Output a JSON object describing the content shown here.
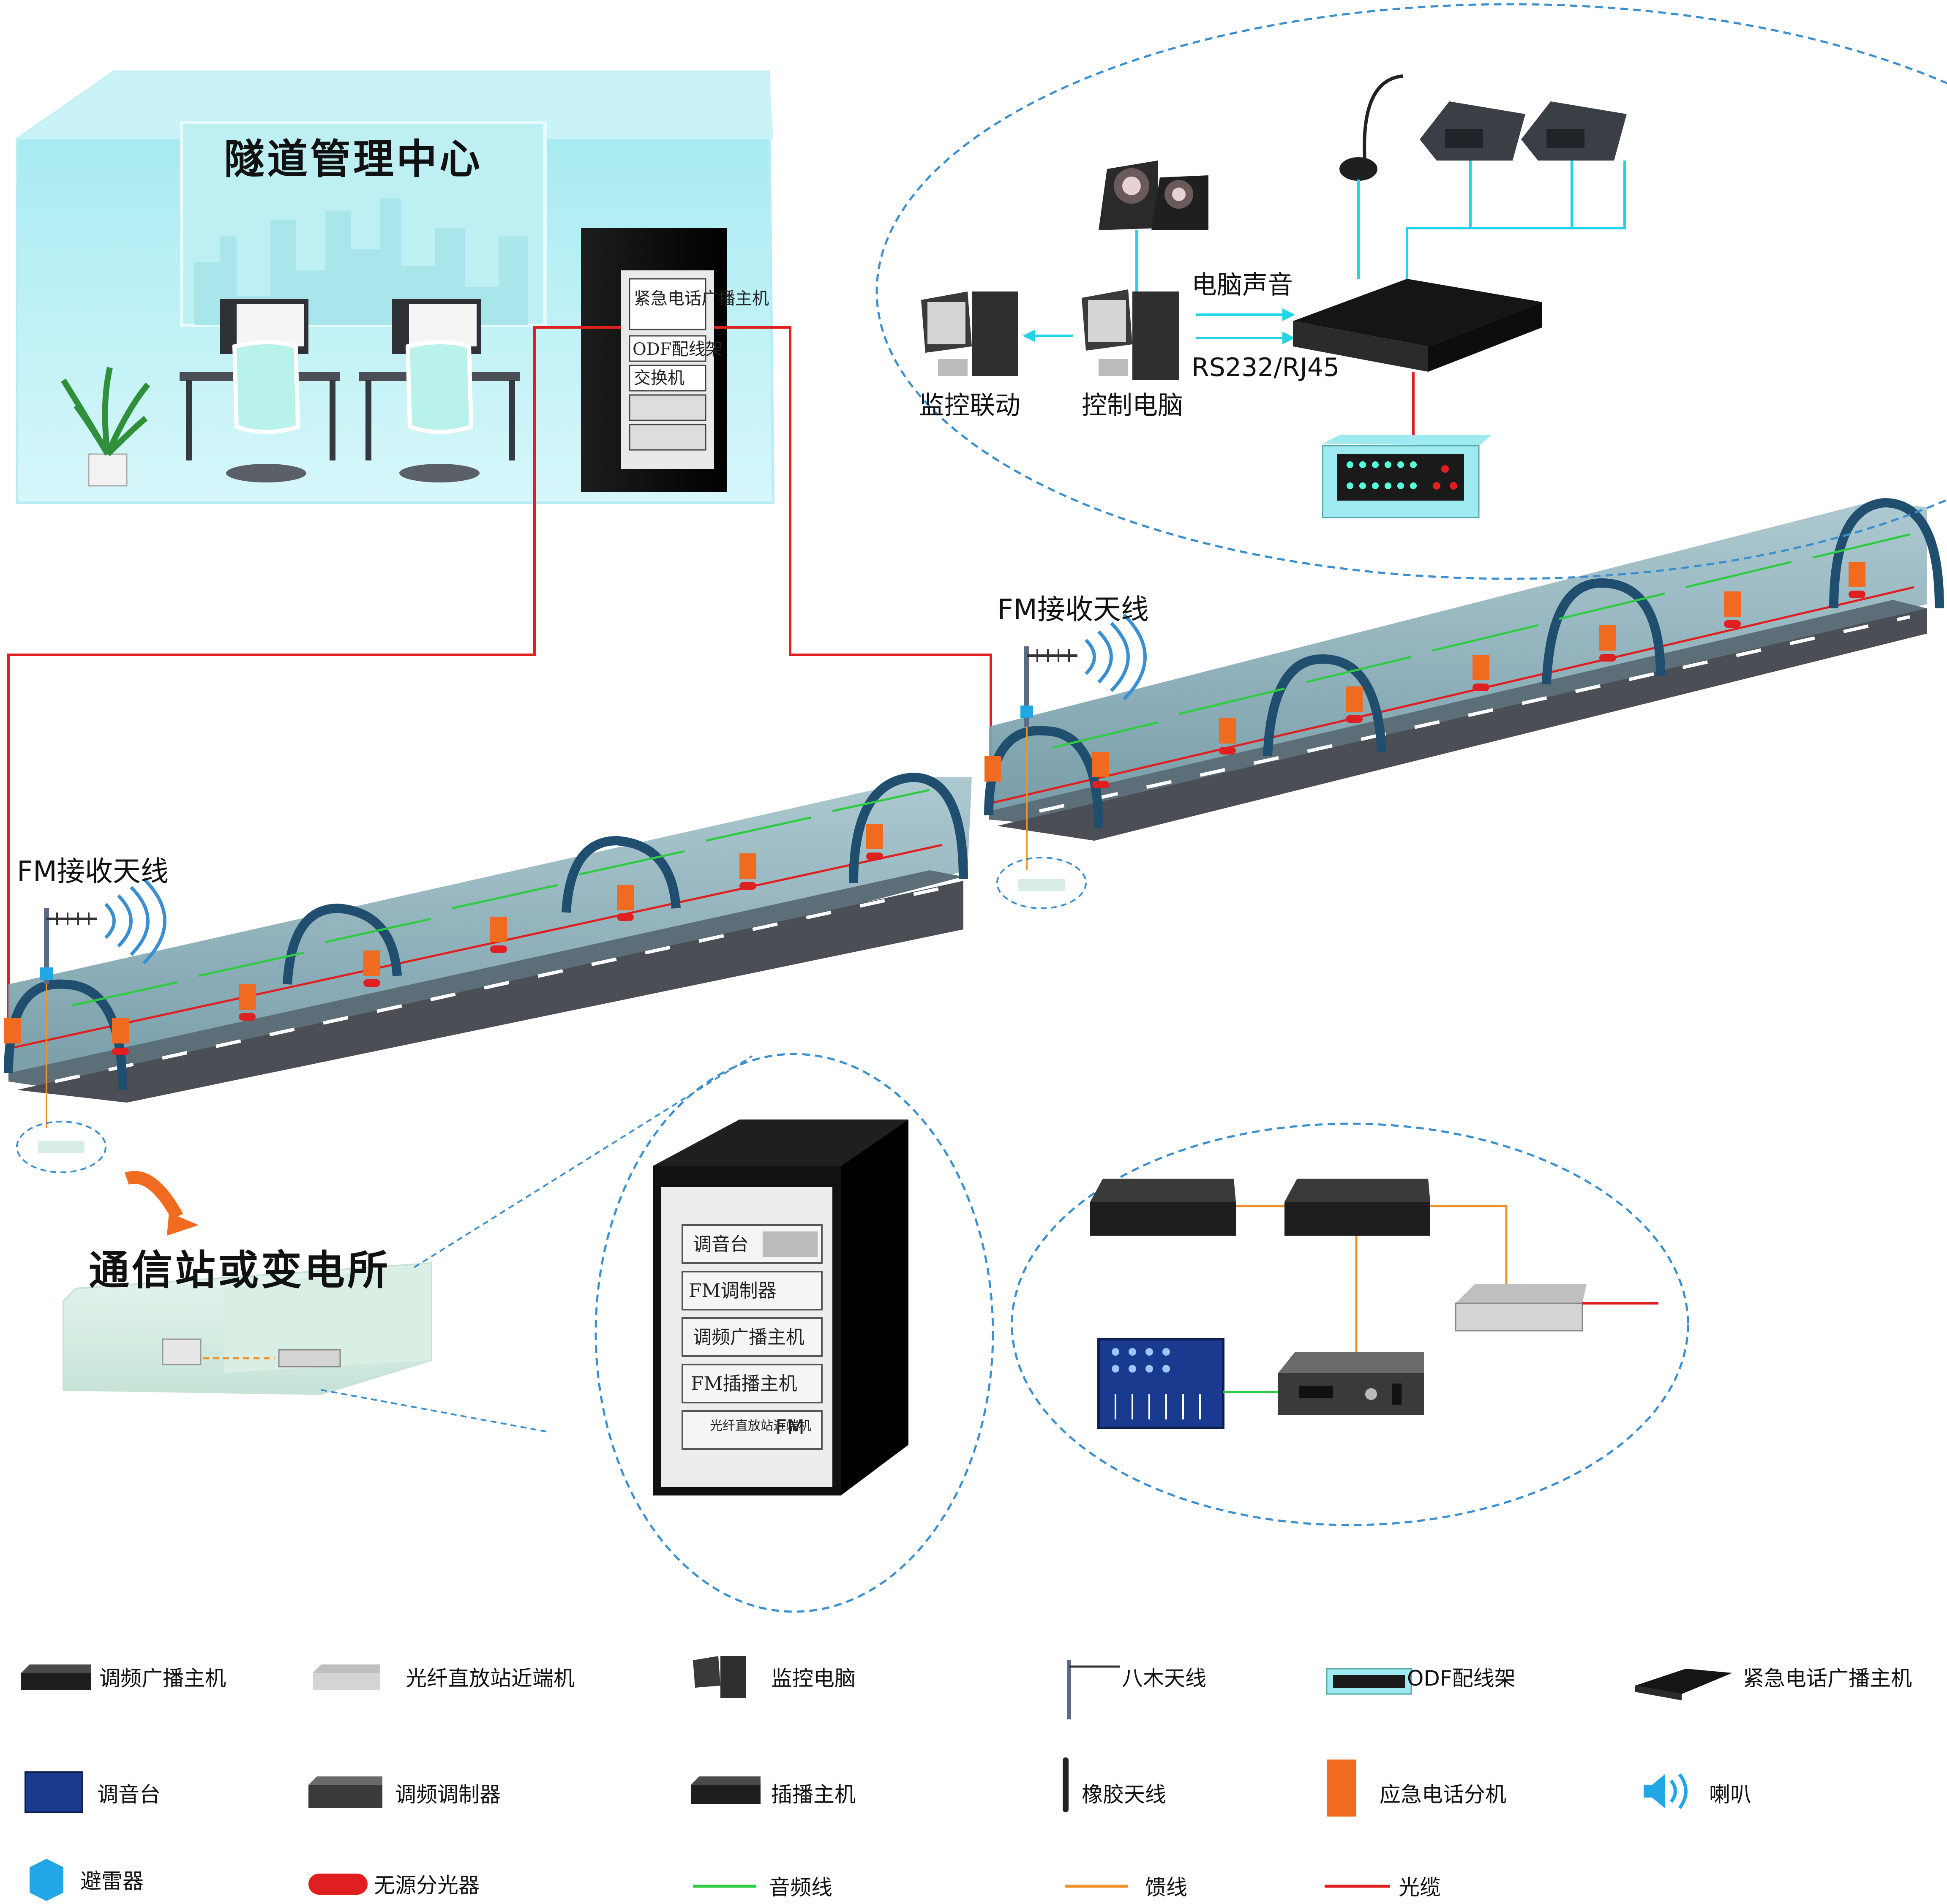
{
  "labels": {
    "center_title": "隧道管理中心",
    "substation_title": "通信站或变电所",
    "fm_antenna_left": "FM接收天线",
    "fm_antenna_right": "FM接收天线",
    "pc_audio": "电脑声音",
    "rs232": "RS232/RJ45",
    "monitor_link": "监控联动",
    "control_pc": "控制电脑"
  },
  "main_rack": [
    "紧急电话广播主机",
    "ODF配线架",
    "交换机"
  ],
  "station_rack": {
    "items": [
      "调音台",
      "FM调制器",
      "调频广播主机",
      "FM插播主机",
      "光纤直放站近端机"
    ],
    "fm_badge": "FM"
  },
  "legend": [
    {
      "icon": "fm-broadcast-host-icon",
      "label": "调频广播主机"
    },
    {
      "icon": "fiber-repeater-icon",
      "label": "光纤直放站近端机"
    },
    {
      "icon": "monitor-pc-icon",
      "label": "监控电脑"
    },
    {
      "icon": "yagi-antenna-icon",
      "label": "八木天线"
    },
    {
      "icon": "odf-icon",
      "label": "ODF配线架"
    },
    {
      "icon": "emergency-host-icon",
      "label": "紧急电话广播主机"
    },
    {
      "icon": "mixer-icon",
      "label": "调音台"
    },
    {
      "icon": "fm-modulator-icon",
      "label": "调频调制器"
    },
    {
      "icon": "insert-host-icon",
      "label": "插播主机"
    },
    {
      "icon": "rubber-antenna-icon",
      "label": "橡胶天线"
    },
    {
      "icon": "emergency-phone-icon",
      "label": "应急电话分机"
    },
    {
      "icon": "speaker-icon",
      "label": "喇叭"
    },
    {
      "icon": "arrester-icon",
      "label": "避雷器"
    },
    {
      "icon": "splitter-icon",
      "label": "无源分光器"
    },
    {
      "icon": "audio-line-icon",
      "label": "音频线"
    },
    {
      "icon": "feeder-line-icon",
      "label": "馈线"
    },
    {
      "icon": "fiber-cable-icon",
      "label": "光缆"
    }
  ],
  "colors": {
    "fiber": "#e02020",
    "feeder": "#f0922a",
    "audio": "#2ecc40",
    "signal": "#22d3e6",
    "tunnel_wall": "#8fb3bd",
    "tunnel_arch": "#1f4e6e",
    "dashed_circle": "#3a8fd0",
    "phone_unit": "#f06a1f"
  }
}
